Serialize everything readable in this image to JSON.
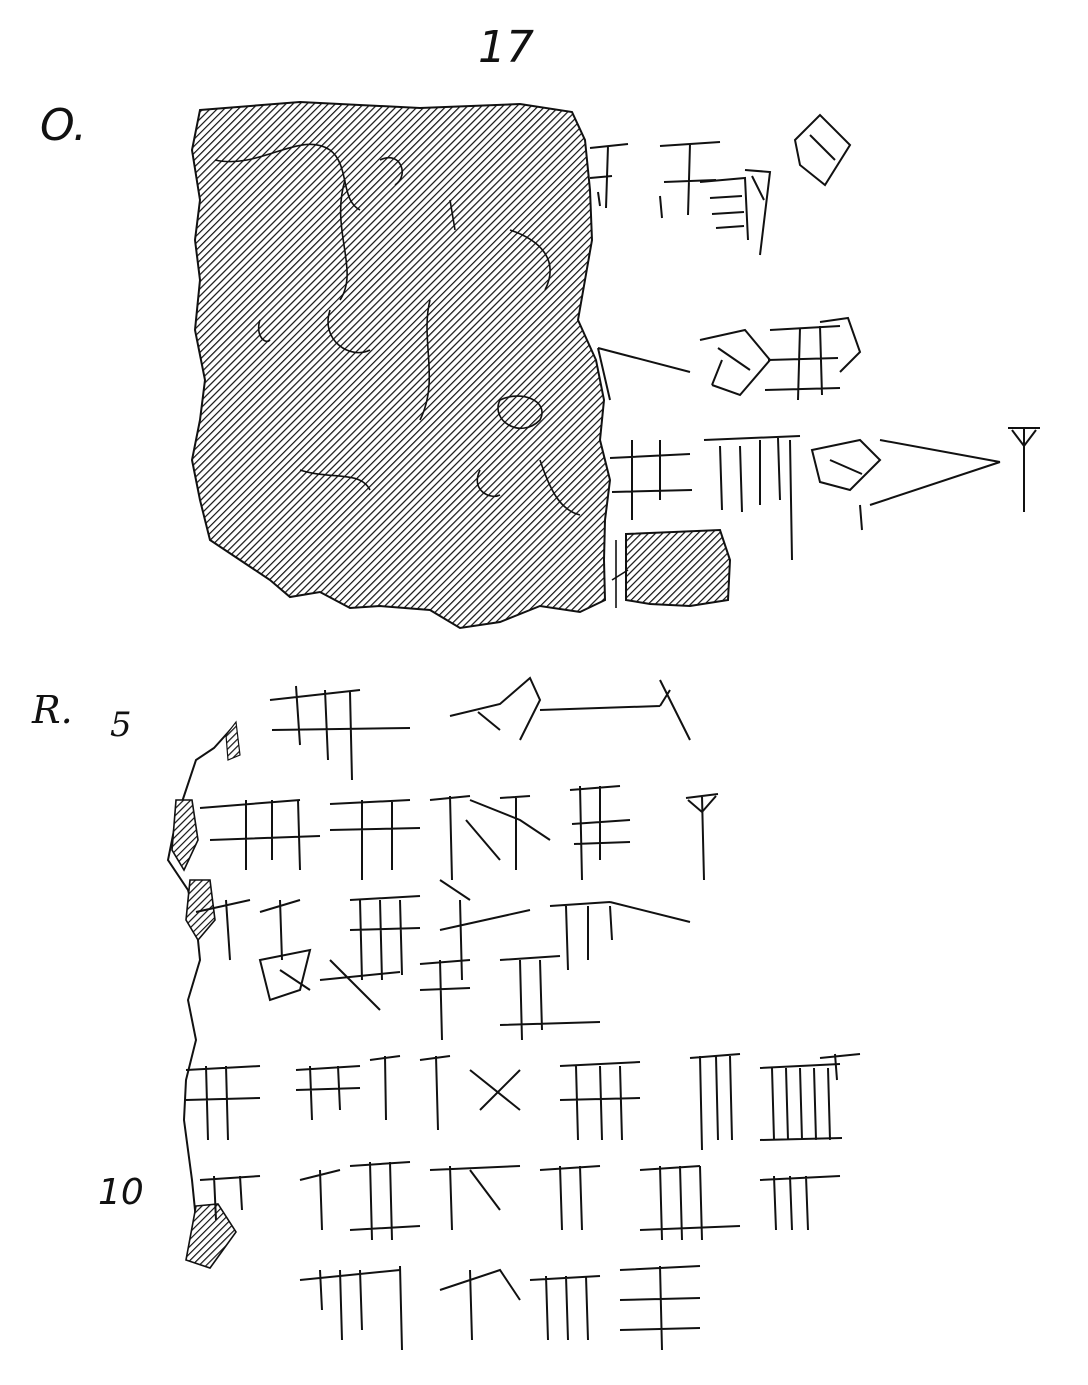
{
  "plate": {
    "number": "17"
  },
  "obverse": {
    "label": "O."
  },
  "reverse": {
    "label": "R.",
    "line_numbers": [
      "5",
      "10"
    ]
  },
  "colors": {
    "ink": "#111111",
    "paper": "#ffffff"
  }
}
